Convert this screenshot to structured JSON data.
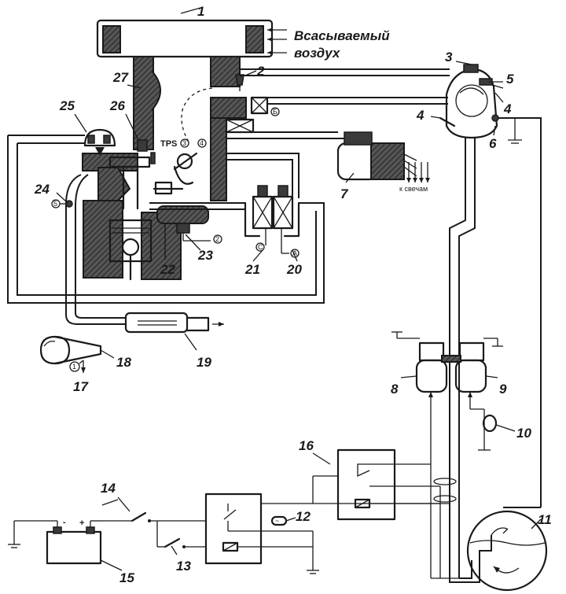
{
  "air_label_line1": "Всасываемый",
  "air_label_line2": "воздух",
  "spark_plugs_label": "к свечам",
  "tps_label": "TPS",
  "battery_minus": "-",
  "battery_plus": "+",
  "circle_marks": {
    "a": "А",
    "b": "Б",
    "c": "С",
    "m1": "1",
    "m2": "2",
    "m3": "3",
    "m4": "4",
    "m5": "5"
  },
  "callouts": [
    "1",
    "2",
    "3",
    "4",
    "4",
    "5",
    "6",
    "7",
    "8",
    "9",
    "10",
    "11",
    "12",
    "13",
    "14",
    "15",
    "16",
    "17",
    "18",
    "19",
    "20",
    "21",
    "22",
    "23",
    "24",
    "25",
    "26",
    "27"
  ]
}
